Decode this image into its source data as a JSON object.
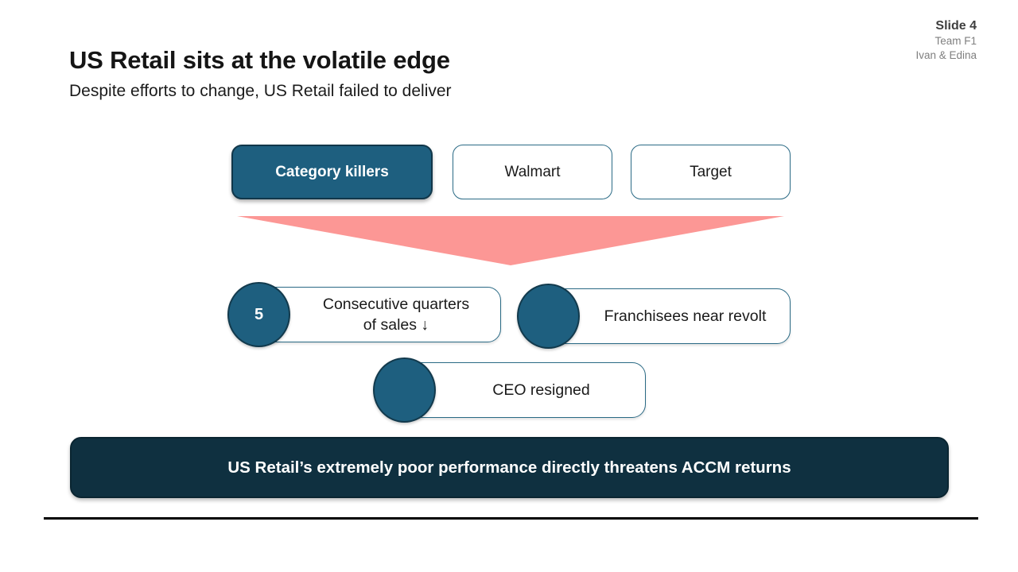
{
  "meta": {
    "slide_label": "Slide 4",
    "team": "Team F1",
    "authors": "Ivan & Edina"
  },
  "header": {
    "title": "US Retail sits at the volatile edge",
    "subtitle": "Despite efforts to change, US Retail failed to deliver"
  },
  "retailers": [
    {
      "label": "Category killers",
      "highlighted": true
    },
    {
      "label": "Walmart",
      "highlighted": false
    },
    {
      "label": "Target",
      "highlighted": false
    }
  ],
  "issues": [
    {
      "badge": "5",
      "text": "Consecutive quarters\nof sales ↓"
    },
    {
      "badge": "",
      "text": "Franchisees near revolt"
    },
    {
      "badge": "",
      "text": "CEO resigned"
    }
  ],
  "banner": {
    "text": "US Retail’s extremely poor performance directly threatens ACCM returns"
  },
  "colors": {
    "teal_fill": "#1e5f7f",
    "teal_border": "#2a6a85",
    "dark_navy": "#0f3040",
    "funnel_pink": "#fc9795",
    "meta_gray": "#7f7f7f"
  }
}
